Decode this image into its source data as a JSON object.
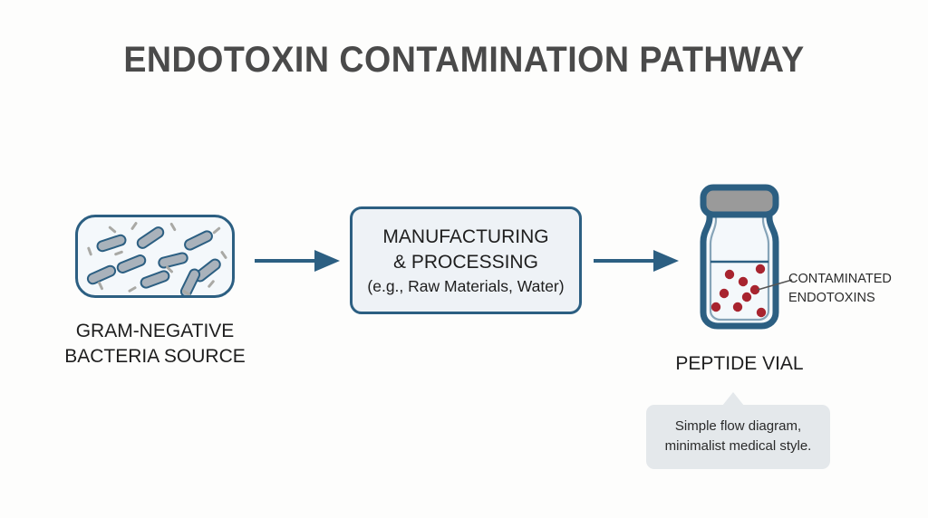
{
  "page": {
    "title": "ENDOTOXIN CONTAMINATION PATHWAY",
    "background_color": "#fdfdfc",
    "accent_color": "#2c5f82",
    "endotoxin_color": "#a8242f",
    "cap_color": "#9a9a9a"
  },
  "diagram": {
    "type": "flow",
    "nodes": [
      {
        "id": "bacteria-source",
        "label": "GRAM-NEGATIVE\nBACTERIA SOURCE",
        "shape": "rounded-rect",
        "icon": "gram-negative-bacteria-icon",
        "bacteria_count": 9,
        "debris_count": 12
      },
      {
        "id": "manufacturing",
        "label_line1": "MANUFACTURING\n& PROCESSING",
        "label_line2": "(e.g., Raw Materials, Water)",
        "shape": "rounded-rect"
      },
      {
        "id": "peptide-vial",
        "label": "PEPTIDE VIAL",
        "shape": "vial",
        "icon": "vial-icon",
        "endotoxin_dot_count": 9,
        "annotation": "CONTAMINATED\nENDOTOXINS"
      }
    ],
    "connectors": [
      {
        "id": "arrow-1",
        "from": "bacteria-source",
        "to": "manufacturing",
        "style": "solid-arrow"
      },
      {
        "id": "arrow-2",
        "from": "manufacturing",
        "to": "peptide-vial",
        "style": "solid-arrow"
      }
    ]
  },
  "tooltip": {
    "text": "Simple flow diagram,\nminimalist medical style."
  }
}
